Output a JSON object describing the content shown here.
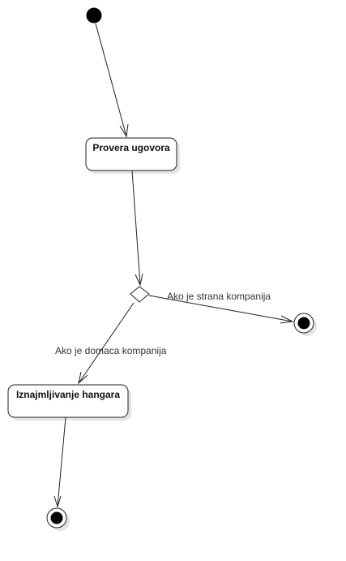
{
  "nodes": {
    "activity_1": "Provera ugovora",
    "activity_2": "Iznajmljivanje hangara"
  },
  "edges": {
    "guard_foreign": "Ako je strana kompanija",
    "guard_domestic": "Ako je domaca kompanija"
  },
  "colors": {
    "line": "#222222",
    "fill": "#ffffff",
    "shadow": "#e4e4e4",
    "node": "#000000"
  }
}
